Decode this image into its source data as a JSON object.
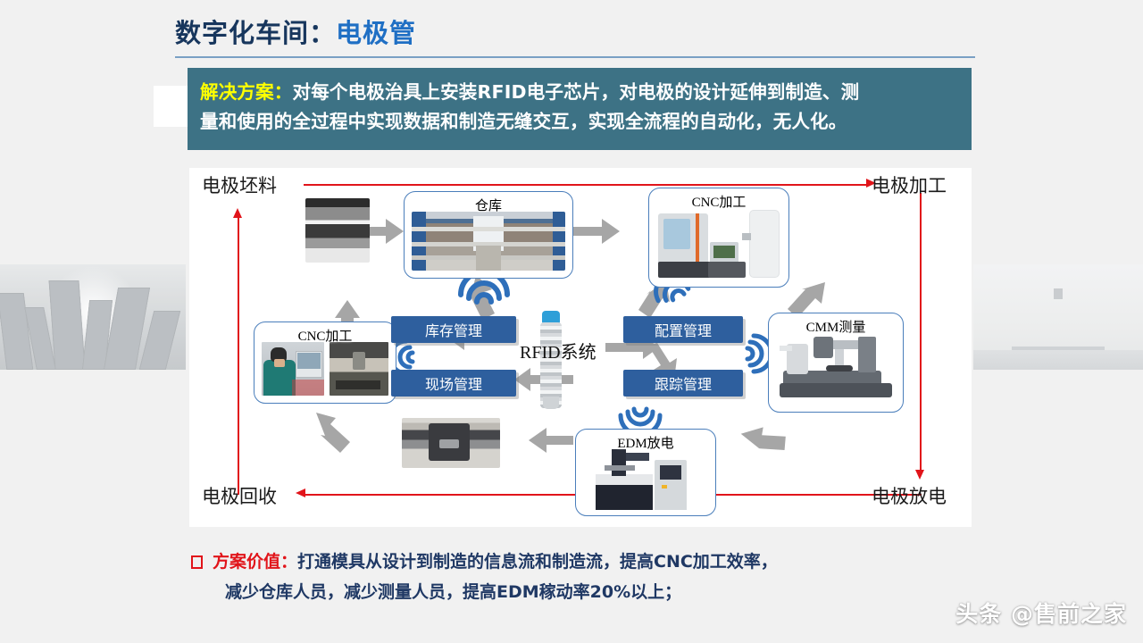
{
  "slide": {
    "title_main": "数字化车间：",
    "title_accent": "电极管",
    "banner": {
      "lead": "解决方案：",
      "line1": "对每个电极治具上安装RFID电子芯片，对电极的设计延伸到制造、测",
      "line2": "量和使用的全过程中实现数据和制造无缝交互，实现全流程的自动化，无人化。",
      "bg_color": "#3d7285",
      "lead_color": "#ffff00"
    },
    "value": {
      "head": "方案价值：",
      "line1": "打通模具从设计到制造的信息流和制造流，提高CNC加工效率，",
      "line2": "减少仓库人员，减少测量人员，提高EDM稼动率20%以上；",
      "head_color": "#e1141a",
      "body_color": "#1f3864"
    },
    "watermark": "头条 @售前之家"
  },
  "diagram": {
    "flow_labels": {
      "top_left": "电极坯料",
      "top_right": "电极加工",
      "bottom_left": "电极回收",
      "bottom_right": "电极放电"
    },
    "center_label": "RFID系统",
    "cards": [
      {
        "id": "warehouse",
        "caption": "仓库"
      },
      {
        "id": "cnc-top",
        "caption": "CNC加工"
      },
      {
        "id": "cmm",
        "caption": "CMM测量"
      },
      {
        "id": "edm",
        "caption": "EDM放电"
      },
      {
        "id": "cnc-left",
        "caption": "CNC加工"
      }
    ],
    "modules": [
      {
        "id": "inventory",
        "label": "库存管理"
      },
      {
        "id": "config",
        "label": "配置管理"
      },
      {
        "id": "site",
        "label": "现场管理"
      },
      {
        "id": "tracking",
        "label": "跟踪管理"
      }
    ],
    "colors": {
      "flow_line": "#e1141a",
      "card_border": "#4a7ebb",
      "module_fill": "#2e5f9e",
      "block_arrow": "#a6a6a6",
      "rfid_wave": "#2e6fba"
    }
  }
}
